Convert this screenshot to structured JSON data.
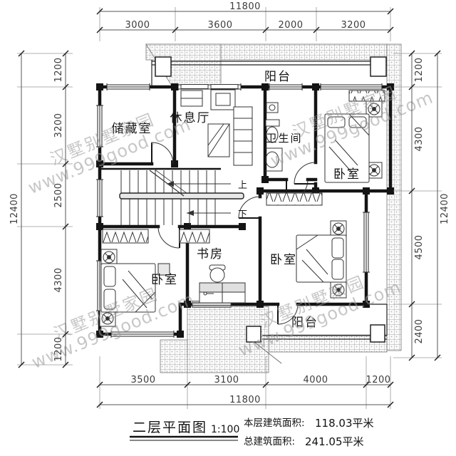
{
  "title": {
    "name": "二层平面图",
    "scale": "1:100"
  },
  "areas": {
    "floor_label": "本层建筑面积:",
    "floor_value": "118.03平米",
    "total_label": "总建筑面积:",
    "total_value": "241.05平米"
  },
  "watermark": {
    "brand": "汉墅别墅家园",
    "url": "www.999good.com"
  },
  "rooms": {
    "balcony_top": "阳台",
    "storage": "储藏室",
    "lounge": "休息厅",
    "bath": "卫生间",
    "bedroom_tr": "卧室",
    "bedroom_bl": "卧室",
    "bedroom_br": "卧室",
    "study": "书房",
    "balcony_bottom": "阳台"
  },
  "stairs": {
    "up": "上",
    "down": "下"
  },
  "dims": {
    "top": {
      "total": "11800",
      "segments": [
        "3000",
        "3600",
        "2000",
        "3200"
      ]
    },
    "bottom": {
      "total": "11800",
      "segments": [
        "3500",
        "3100",
        "4000",
        "1200"
      ]
    },
    "left": {
      "total": "12400",
      "segments": [
        "1200",
        "3200",
        "2500",
        "4300",
        "1200"
      ]
    },
    "right": {
      "total": "12400",
      "segments": [
        "1200",
        "4300",
        "4500",
        "2400"
      ]
    }
  },
  "colors": {
    "wall": "#141414",
    "dim": "#555555",
    "hatch_line": "#8e8e8e",
    "watermark": "#9a9a9a"
  }
}
